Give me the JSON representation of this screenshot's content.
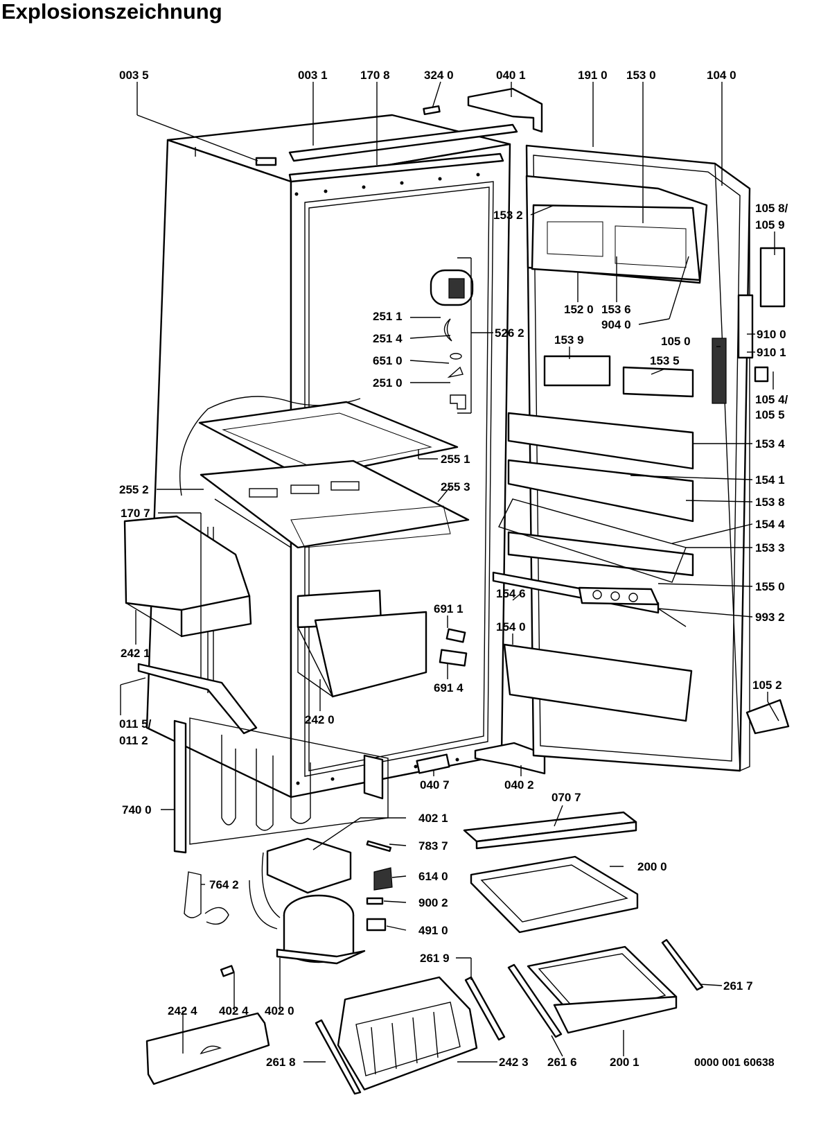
{
  "title": "Explosionszeichnung",
  "drawing_number": "0000 001 60638",
  "part_labels": [
    "003 5",
    "003 1",
    "170 8",
    "324 0",
    "040 1",
    "191 0",
    "153 0",
    "104 0",
    "105 8/",
    "105 9",
    "153 2",
    "152 0",
    "153 6",
    "904 0",
    "910 0",
    "910 1",
    "251 1",
    "526 2",
    "251 4",
    "651 0",
    "251 0",
    "153 9",
    "105 0",
    "153 5",
    "105 4/",
    "105 5",
    "153 4",
    "255 1",
    "154 1",
    "255 2",
    "255 3",
    "153 8",
    "154 4",
    "170 7",
    "153 3",
    "154 6",
    "155 0",
    "691 1",
    "993 2",
    "154 0",
    "242 1",
    "691 4",
    "105 2",
    "011 5/",
    "011 2",
    "242 0",
    "040 7",
    "040 2",
    "070 7",
    "740 0",
    "402 1",
    "783 7",
    "200 0",
    "764 2",
    "614 0",
    "900 2",
    "491 0",
    "261 9",
    "261 7",
    "242 4",
    "402 4",
    "402 0",
    "261 8",
    "242 3",
    "261 6",
    "200 1"
  ]
}
